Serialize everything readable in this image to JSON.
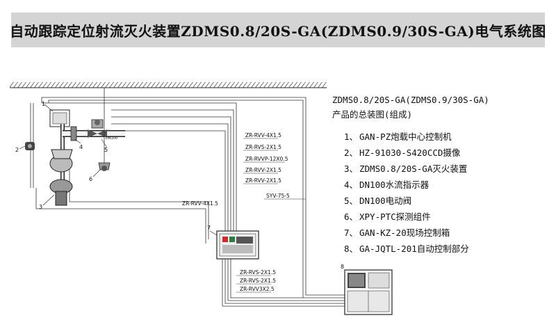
{
  "title": "自动跟踪定位射流灭火装置ZDMS0.8/20S-GA(ZDMS0.9/30S-GA)电气系统图",
  "product": {
    "model_line": "ZDMS0.8/20S-GA(ZDMS0.9/30S-GA)",
    "composition_line": "产品的总装图(组成)"
  },
  "legend": [
    {
      "num": "1、",
      "text": "GAN-PZ炮载中心控制机"
    },
    {
      "num": "2、",
      "text": "HZ-91030-S420CCD摄像"
    },
    {
      "num": "3、",
      "text": "ZDMS0.8/20S-GA灭火装置"
    },
    {
      "num": "4、",
      "text": "DN100水流指示器"
    },
    {
      "num": "5、",
      "text": "DN100电动阀"
    },
    {
      "num": "6、",
      "text": "XPY-PTC探测组件"
    },
    {
      "num": "7、",
      "text": "GAN-KZ-20现场控制箱"
    },
    {
      "num": "8、",
      "text": "GA-JQTL-201自动控制部分"
    }
  ],
  "cables": {
    "upper": [
      "ZR-RVV-4X1.5",
      "ZR-RVS-2X1.5",
      "ZR-RVVP-12X0.5",
      "ZR-RVV-2X1.5",
      "ZR-RVV-2X1.5"
    ],
    "left": "ZR-RVV-4X1.5",
    "coax": "SYV-75-5",
    "lower": [
      "ZR-RVS-2X1.5",
      "ZR-RVS-2X1.5",
      "ZR-RVV3X2.5"
    ]
  },
  "callouts": {
    "c1": "1",
    "c2": "2",
    "c3": "3",
    "c4": "4",
    "c5": "5",
    "c6": "6",
    "c7": "7",
    "c8": "8"
  },
  "valve_label": "DN100",
  "colors": {
    "title_bg": "#d4d4d4",
    "line": "#333333",
    "text": "#111111"
  }
}
